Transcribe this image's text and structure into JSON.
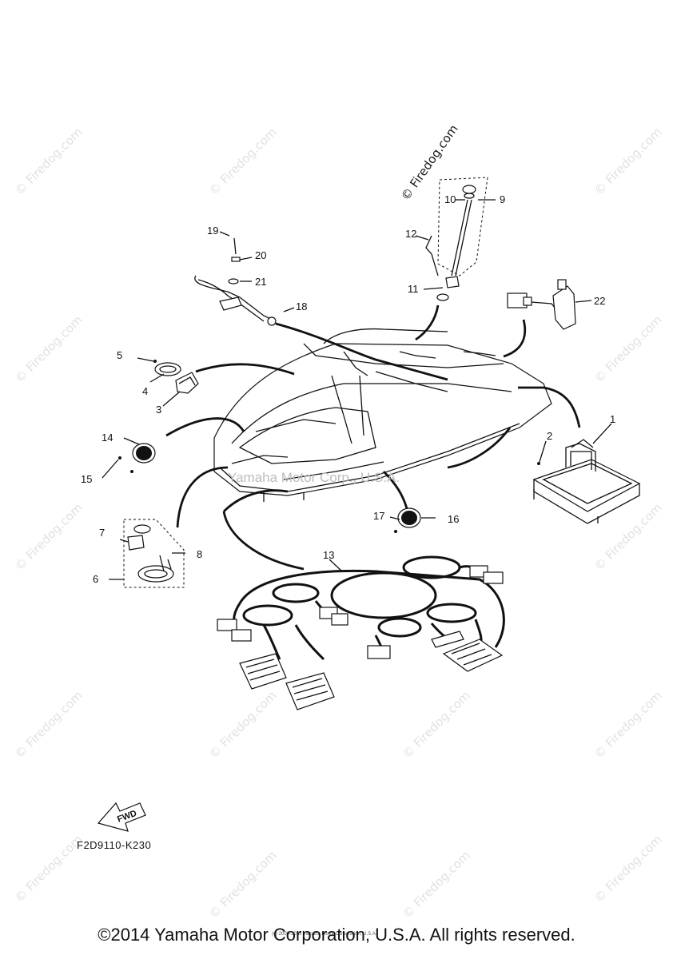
{
  "diagram": {
    "parts": {
      "p1": "1",
      "p2": "2",
      "p3": "3",
      "p4": "4",
      "p5": "5",
      "p6": "6",
      "p7": "7",
      "p8": "8",
      "p9": "9",
      "p10": "10",
      "p11": "11",
      "p12": "12",
      "p13": "13",
      "p14": "14",
      "p15": "15",
      "p16": "16",
      "p17": "17",
      "p18": "18",
      "p19": "19",
      "p20": "20",
      "p21": "21",
      "p22": "22"
    },
    "fwd_label": "FWD",
    "ref_code": "F2D9110-K230",
    "watermark": "© Firedog.com",
    "overlay_watermark": "Yamaha Motor Corp., U.S.A.",
    "copyright": "©2014 Yamaha Motor Corporation, U.S.A. All rights reserved.",
    "fine_print": "(c) 2000-2015 Yamaha Motor Corporation, U.S.A."
  }
}
